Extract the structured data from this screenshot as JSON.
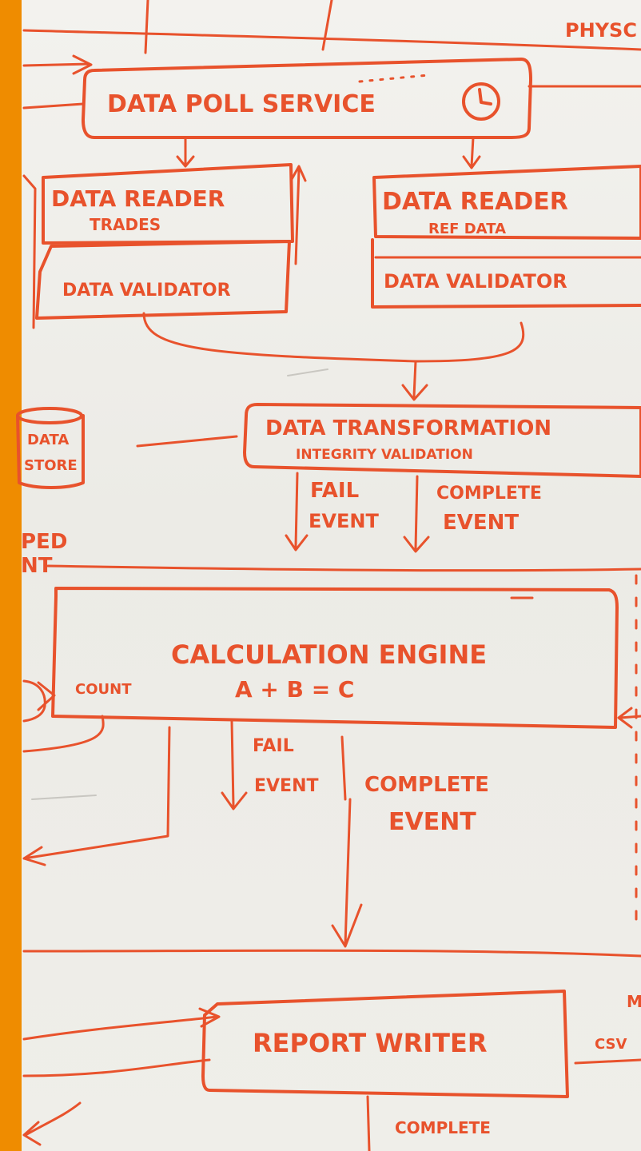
{
  "colors": {
    "ink": "#e8522c",
    "board": "#f1f0ec",
    "left_bar": "#ef8c00"
  },
  "top_right": {
    "label": "PHYSC"
  },
  "poll": {
    "label": "DATA POLL SERVICE",
    "icon": "clock-icon"
  },
  "reader_trades": {
    "title": "DATA READER",
    "subtitle": "TRADES",
    "validator": "DATA VALIDATOR"
  },
  "reader_ref": {
    "title": "DATA READER",
    "subtitle": "REF DATA",
    "validator": "DATA VALIDATOR"
  },
  "transform": {
    "title": "DATA TRANSFORMATION",
    "subtitle": "INTEGRITY VALIDATION"
  },
  "transform_out": {
    "fail_line1": "FAIL",
    "fail_line2": "EVENT",
    "complete_line1": "COMPLETE",
    "complete_line2": "EVENT"
  },
  "datastore": {
    "line1": "DATA",
    "line2": "STORE"
  },
  "left_partial": {
    "line1": "PED",
    "line2": "NT"
  },
  "calc": {
    "title": "CALCULATION ENGINE",
    "formula": "A + B = C",
    "count": "COUNT"
  },
  "calc_out": {
    "fail_line1": "FAIL",
    "fail_line2": "EVENT",
    "complete_line1": "COMPLETE",
    "complete_line2": "EVENT"
  },
  "report": {
    "label": "REPORT WRITER",
    "csv": "CSV",
    "partial": "M"
  },
  "bottom": {
    "complete": "COMPLETE"
  }
}
